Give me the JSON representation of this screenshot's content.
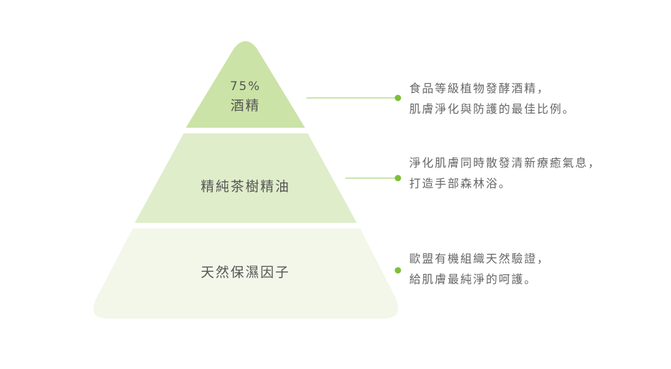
{
  "colors": {
    "tier1": "#cbe3a6",
    "tier2": "#dfedca",
    "tier3": "#f3f7ea",
    "accent": "#7dbf3a",
    "line": "#a9d67c"
  },
  "tiers": [
    {
      "percent": "75%",
      "name": "酒精",
      "desc_line1": "食品等級植物發酵酒精，",
      "desc_line2": "肌膚淨化與防護的最佳比例。"
    },
    {
      "name": "精純茶樹精油",
      "desc_line1": "淨化肌膚同時散發清新療癒氣息，",
      "desc_line2": "打造手部森林浴。"
    },
    {
      "name": "天然保濕因子",
      "desc_line1": "歐盟有機組織天然驗證，",
      "desc_line2": "給肌膚最純淨的呵護。"
    }
  ]
}
